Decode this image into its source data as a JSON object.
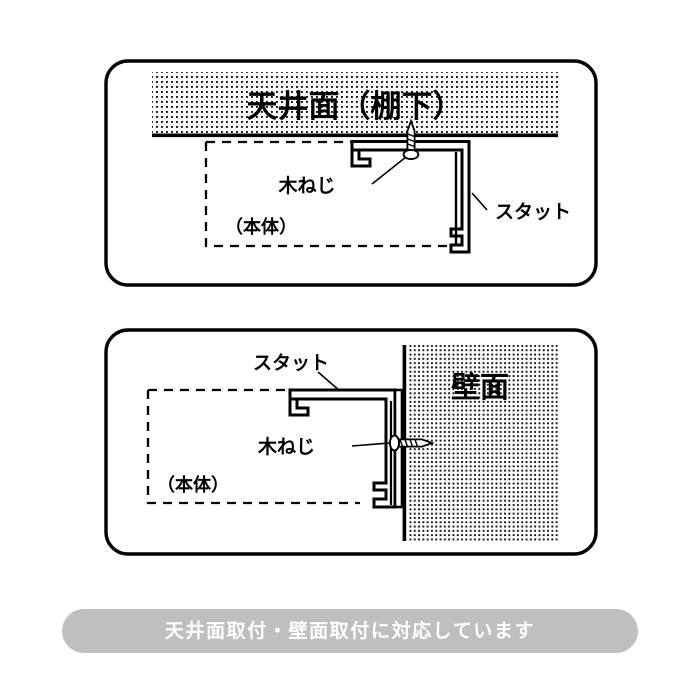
{
  "figure": {
    "title_hidden": "",
    "background_color": "#ffffff",
    "ink_color": "#000000",
    "caption_bar_color": "#bfbfbf",
    "caption_text_color": "#ffffff"
  },
  "panels": [
    {
      "id": "ceiling-mount",
      "surface_label": "天井面（棚下）",
      "screw_label": "木ねじ",
      "stud_label": "スタット",
      "body_label": "（本体）",
      "surface_orientation": "horizontal",
      "screw_direction": "up",
      "hatch_pattern": "dot-grid",
      "hatch_spacing": 5
    },
    {
      "id": "wall-mount",
      "surface_label": "壁面",
      "screw_label": "木ねじ",
      "stud_label": "スタット",
      "body_label": "（本体）",
      "surface_orientation": "vertical",
      "screw_direction": "right",
      "hatch_pattern": "dot-grid",
      "hatch_spacing": 4
    }
  ],
  "caption": {
    "text": "天井面取付・壁面取付に対応しています"
  }
}
